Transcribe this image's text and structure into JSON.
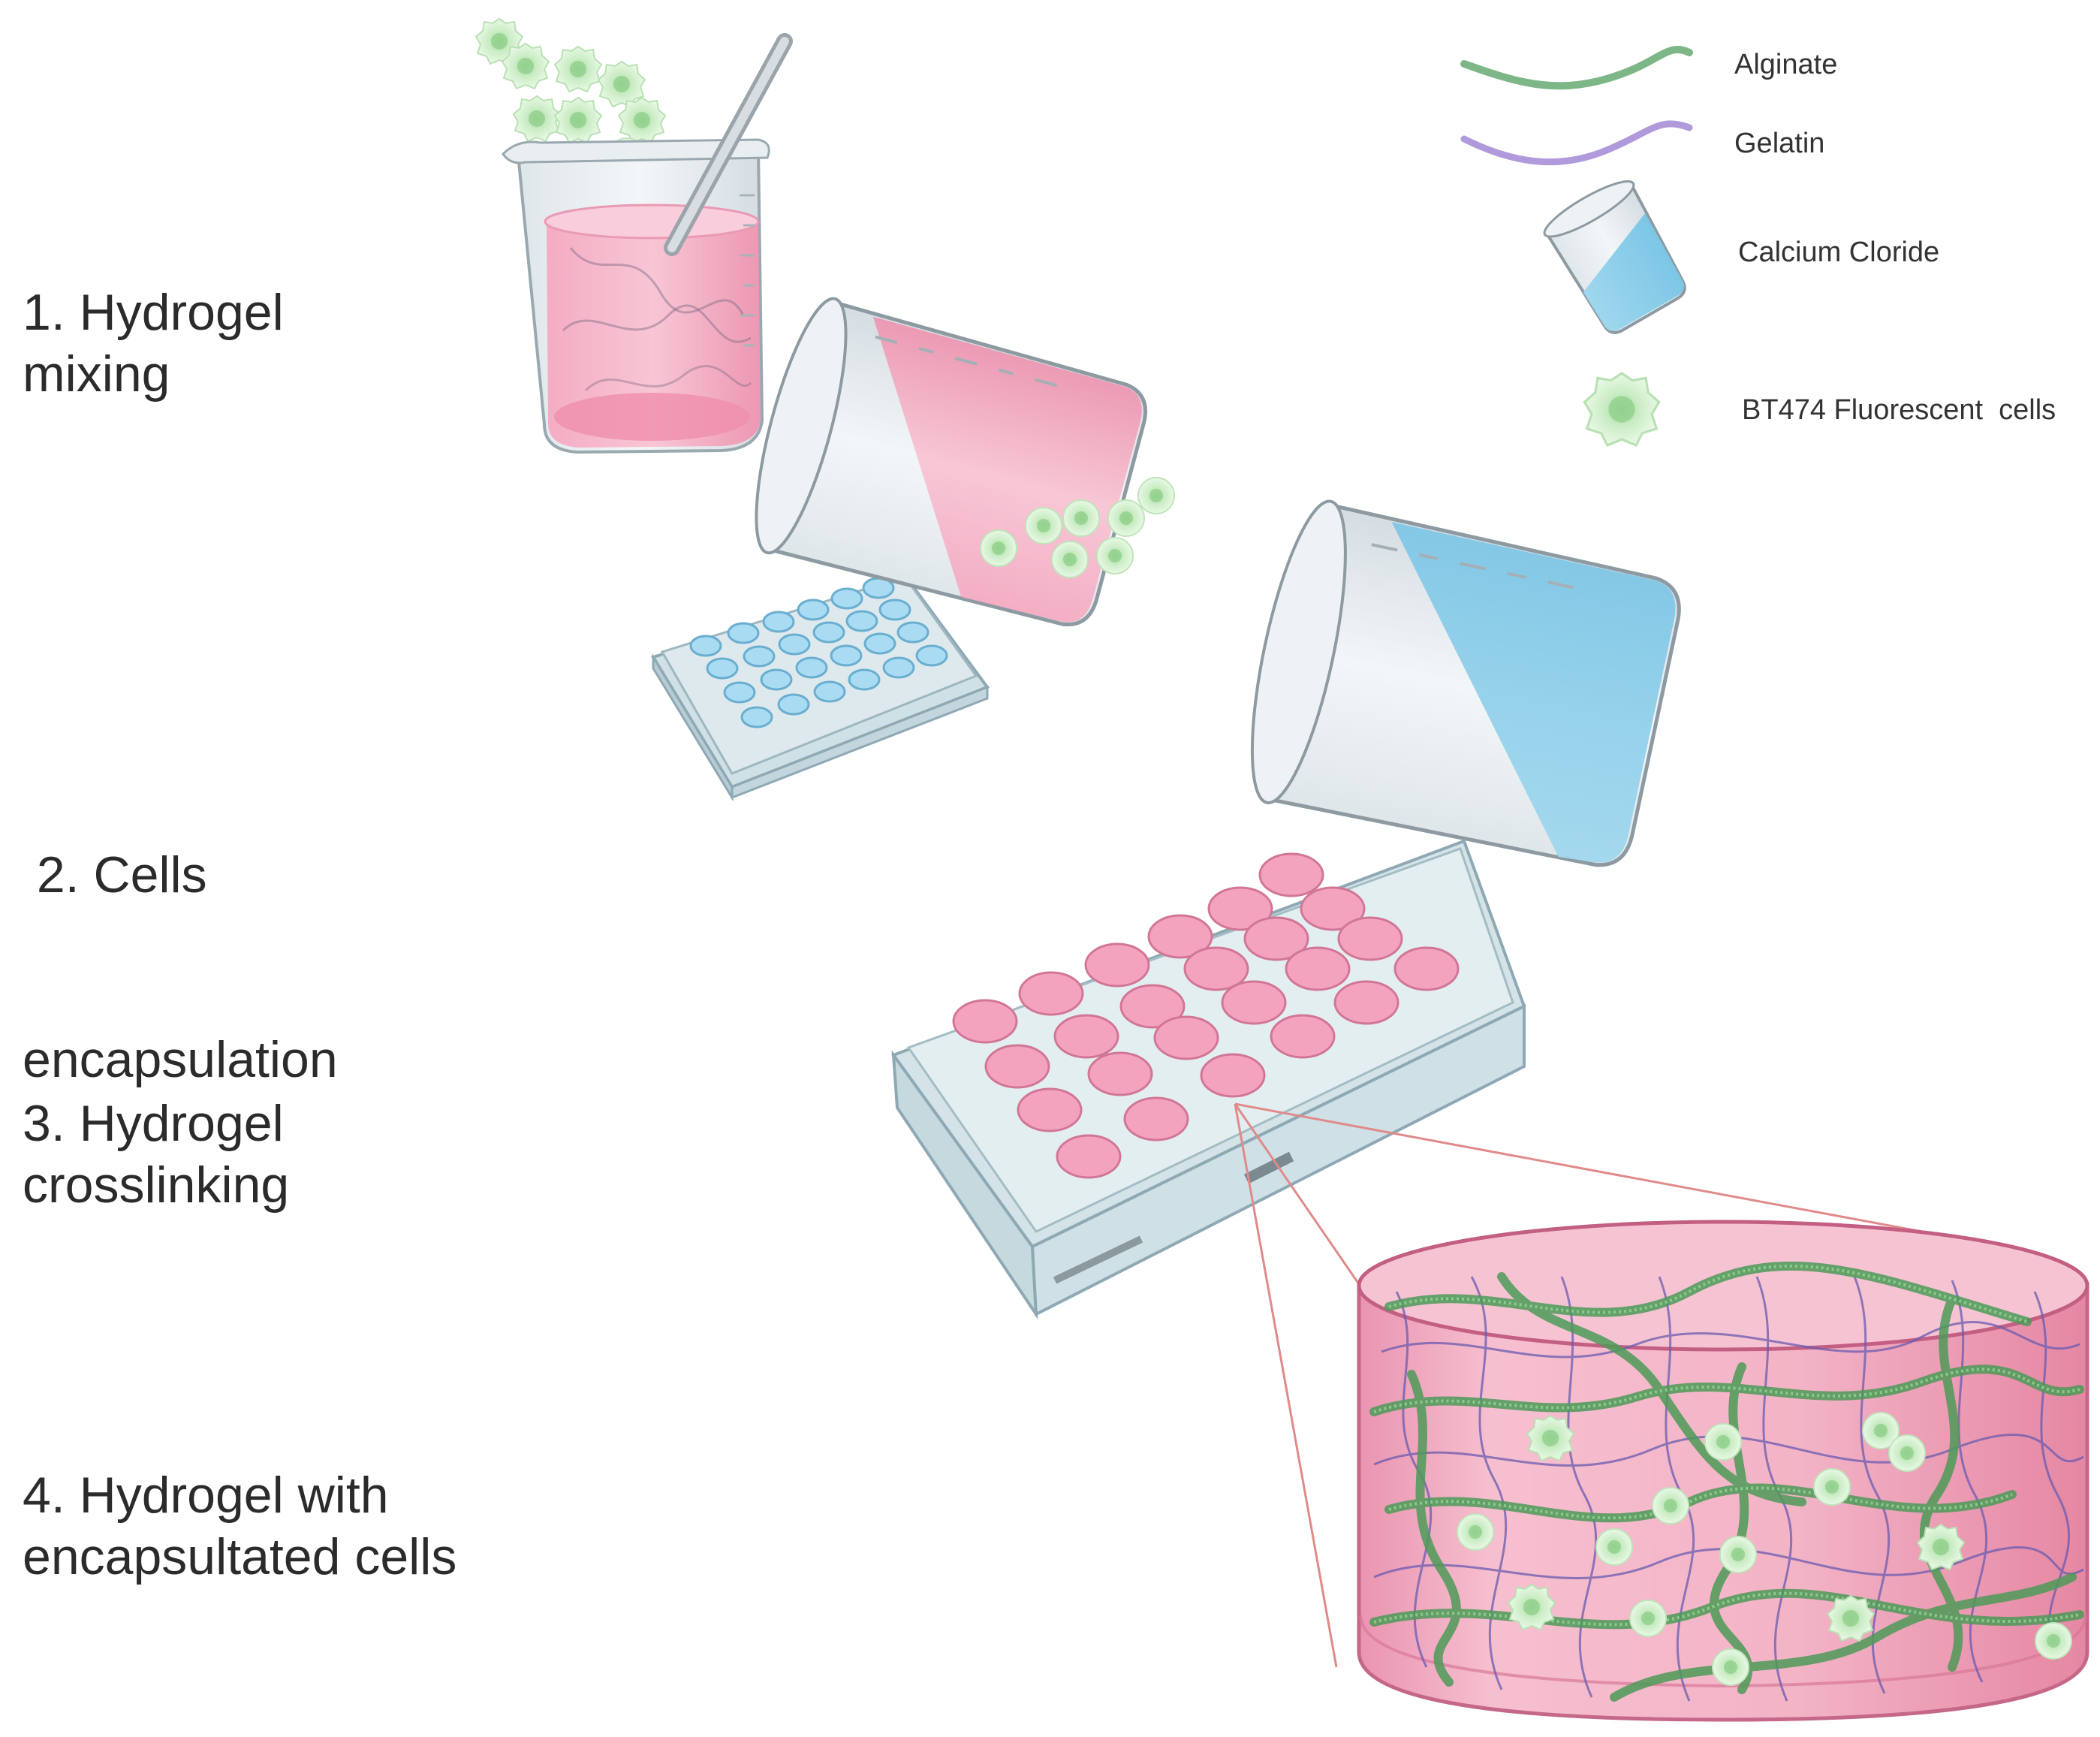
{
  "steps": [
    {
      "line1": "1. Hydrogel",
      "line2": "mixing"
    },
    {
      "line1": " 2. Cells",
      "line2": "encapsulation"
    },
    {
      "line1": "3. Hydrogel",
      "line2": "crosslinking"
    },
    {
      "line1": "4. Hydrogel with",
      "line2": "encapsultated cells"
    }
  ],
  "legend": {
    "alginate": "Alginate",
    "gelatin": "Gelatin",
    "calcium": "Calcium Cloride",
    "cells": "BT474 Fluorescent  cells"
  },
  "colors": {
    "alginate": "#6fae7a",
    "gelatin": "#a98fd8",
    "hydrogel_pink": "#f2a3bb",
    "calcium_blue": "#8fd0ea",
    "cell_green": "#c9ecc3",
    "zoom_line": "#e08a8a"
  }
}
